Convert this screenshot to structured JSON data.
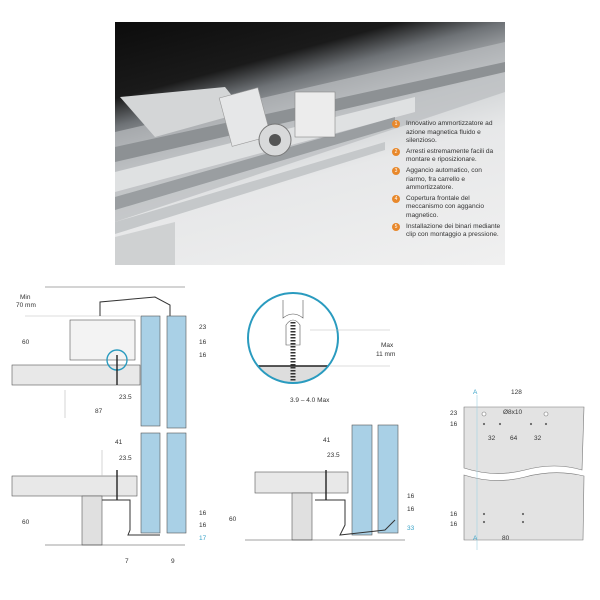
{
  "features": [
    {
      "num": "1",
      "text": "Innovativo ammortizzatore ad azione magnetica fluido e silenzioso."
    },
    {
      "num": "2",
      "text": "Arresti estremamente facili da montare e riposizionare."
    },
    {
      "num": "3",
      "text": "Aggancio automatico, con riarmo, fra carrello e ammortizzatore."
    },
    {
      "num": "4",
      "text": "Copertura frontale del meccanismo con aggancio magnetico."
    },
    {
      "num": "5",
      "text": "Installazione dei binari mediante clip con montaggio a pressione."
    }
  ],
  "colors": {
    "accent": "#e8882b",
    "glass": "#a9d0e6",
    "dimension_blue": "#3aa3c8"
  },
  "drawing_left": {
    "min_label": "Min",
    "min_value": "70 mm",
    "top_height": "60",
    "d23": "23",
    "d16a": "16",
    "d16b": "16",
    "d23_5_top": "23.5",
    "d87": "87",
    "d41": "41",
    "d23_5_bottom": "23.5",
    "bottom_height": "60",
    "d16c": "16",
    "d16d": "16",
    "d17": "17",
    "d7": "7",
    "d9": "9"
  },
  "drawing_detail": {
    "max_label": "Max",
    "max_value": "11 mm",
    "screw": "3.9 – 4.0 Max"
  },
  "drawing_middle": {
    "d41": "41",
    "d23_5": "23.5",
    "height": "60",
    "d16a": "16",
    "d16b": "16",
    "d33": "33"
  },
  "drawing_right": {
    "a_top": "A",
    "d128": "128",
    "d23": "23",
    "d16": "16",
    "hole": "Ø8x10",
    "d32a": "32",
    "d64": "64",
    "d32b": "32",
    "d16b": "16",
    "d16c": "16",
    "a_bottom": "A",
    "d80": "80"
  }
}
